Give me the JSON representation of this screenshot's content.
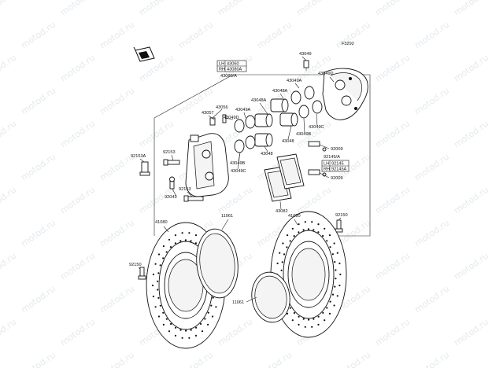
{
  "diagram": {
    "ref_code": "F3292",
    "watermark": "motod.ru",
    "callouts": {
      "lh": "LH",
      "rh": "RH",
      "p43060": "43060",
      "p43080a": "43080A",
      "p43080_a": "43080/A",
      "p43049_top": "43049",
      "p43049d_top": "43049D",
      "p43049a_top": "43049A",
      "p43048a_top": "43048A",
      "p43048a_mid": "43048A",
      "p43049a_mid": "43049A",
      "p43056": "43056",
      "p43057": "43057",
      "p43049d_mid": "43049D",
      "p43049c_right": "43049C",
      "p43049b_right": "43049B",
      "p43048_right": "43048",
      "p43048_center": "43048",
      "p43049b_left": "43049B",
      "p43049c_left": "43049C",
      "p92009_top": "92009",
      "p92145_a": "92145/A",
      "p92145": "92145",
      "p92145a": "92145A",
      "p92009_bot": "92009",
      "p92153_top": "92153",
      "p92153a": "92153A",
      "p92153_bot": "92153",
      "p92043": "92043",
      "p43082": "43082",
      "p11061_top": "11061",
      "p41080_left": "41080",
      "p41080_right": "41080",
      "p92150_right": "92150",
      "p92150_left": "92150",
      "p11061_bot": "11061"
    }
  }
}
